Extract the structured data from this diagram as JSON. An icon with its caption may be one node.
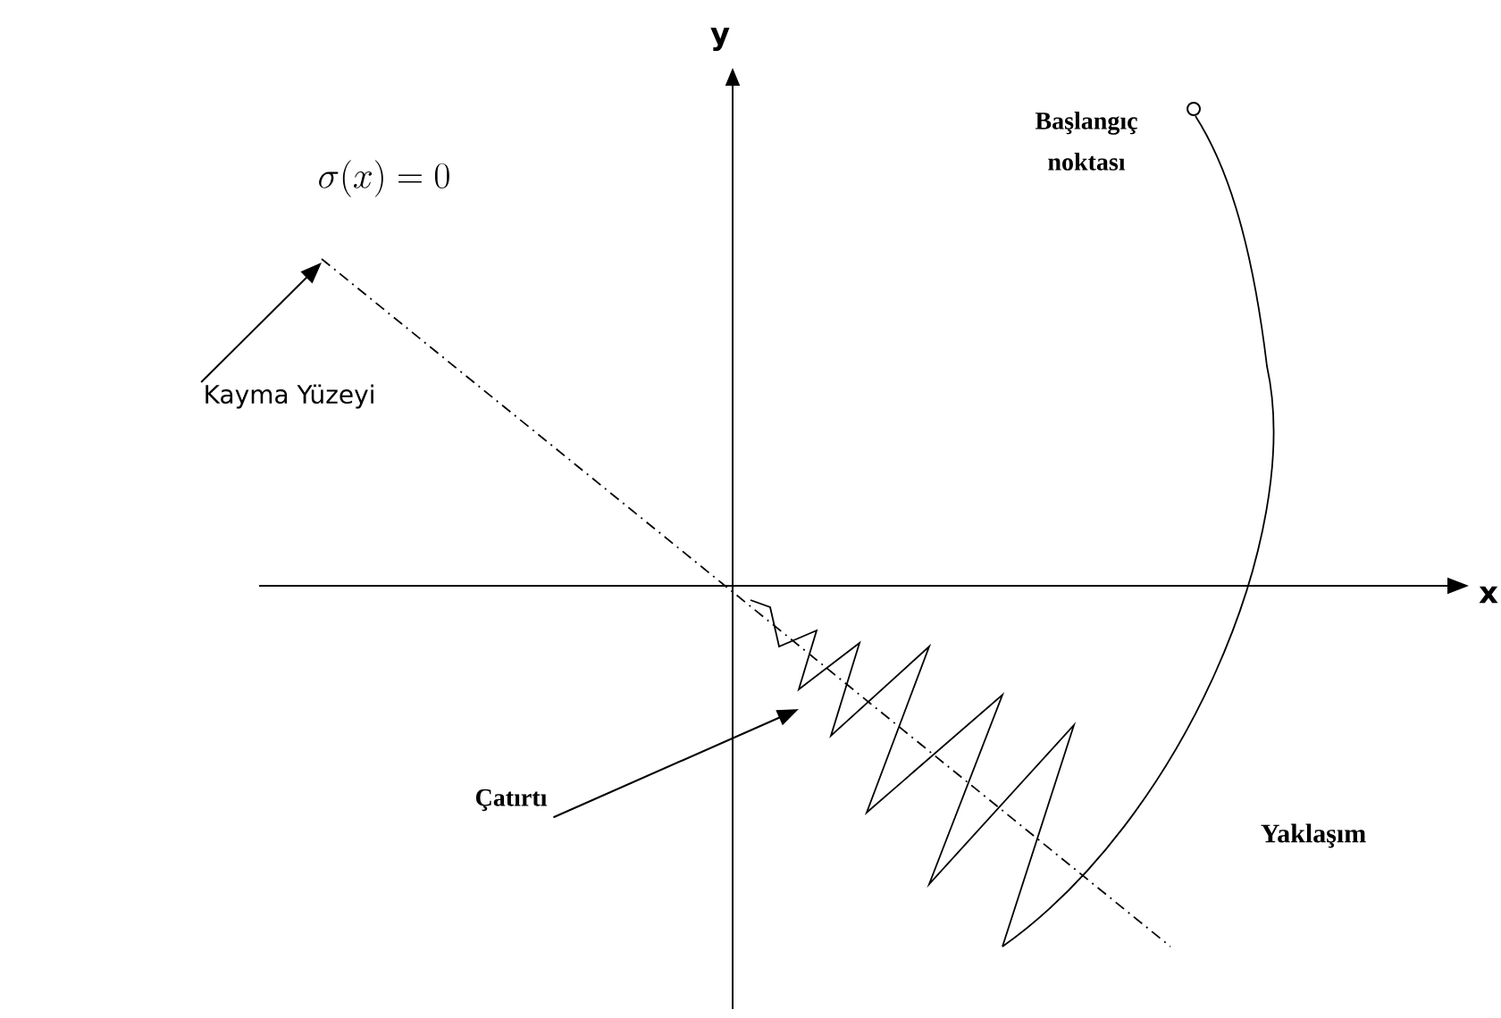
{
  "diagram": {
    "nodes": [
      {
        "text": [
          "Kayma Yüzeyi"
        ]
      },
      {
        "text": [
          "Çatırtı"
        ]
      },
      {
        "text": [],
        "shape": "circle",
        "beside": [
          "Başlangıç noktası"
        ]
      }
    ],
    "edges": [
      {
        "from": 0,
        "to": null,
        "arrow": "to"
      },
      {
        "from": 1,
        "to": null,
        "arrow": "to"
      }
    ],
    "labels": [
      "y",
      "x",
      "\\sigma(x)=0",
      "Yaklaşım"
    ]
  }
}
